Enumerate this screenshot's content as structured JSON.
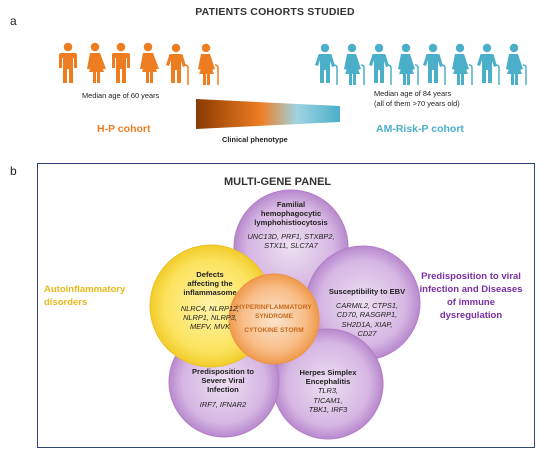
{
  "panel_a": {
    "letter": "a",
    "title": "PATIENTS COHORTS STUDIED",
    "left_age": "Median age of 60 years",
    "right_age_line1": "Median age of 84 years",
    "right_age_line2": "(all of them >70 years old)",
    "left_cohort": "H-P cohort",
    "right_cohort": "AM-Risk-P  cohort",
    "phenotype_label": "Clinical phenotype",
    "colors": {
      "left": "#ee7d22",
      "right": "#4bafc9"
    }
  },
  "panel_b": {
    "letter": "b",
    "title": "MULTI-GENE PANEL",
    "left_side": [
      "Autoinflammatory",
      "disorders"
    ],
    "right_side": [
      "Predisposition to viral",
      "infection and Diseases",
      "of immune",
      "dysregulation"
    ],
    "center": {
      "line1": "HYPERINFLAMMATORY",
      "line2": "SYNDROME",
      "line3": "CYTOKINE STORM"
    },
    "circles": {
      "top": {
        "title": [
          "Familial",
          "hemophagocytic",
          "lymphohistiocytosis"
        ],
        "genes": [
          "UNC13D, PRF1, STXBP2,",
          "STX11, SLC7A7"
        ]
      },
      "left": {
        "title": [
          "Defects",
          "affecting the",
          "inflammasome"
        ],
        "genes": [
          "NLRC4, NLRP12,",
          "NLRP1, NLRP3,",
          "MEFV, MVK"
        ]
      },
      "right": {
        "title": [
          "Susceptibility to EBV"
        ],
        "genes": [
          "CARMIL2, CTPS1,",
          "CD70,  RASGRP1,",
          "SH2D1A, XIAP,",
          "CD27"
        ]
      },
      "bottom_left": {
        "title": [
          "Predisposition to",
          "Severe Viral",
          "Infection"
        ],
        "genes": [
          "IRF7, IFNAR2"
        ]
      },
      "bottom_right": {
        "title": [
          "Herpes Simplex",
          "Encephalitis"
        ],
        "genes": [
          "TLR3,",
          "TICAM1,",
          "TBK1, IRF3"
        ]
      }
    },
    "colors": {
      "border": "#30447a",
      "yellow": "#f9e04b",
      "purple": "#c79bd9",
      "orange": "#f3a35a"
    }
  }
}
